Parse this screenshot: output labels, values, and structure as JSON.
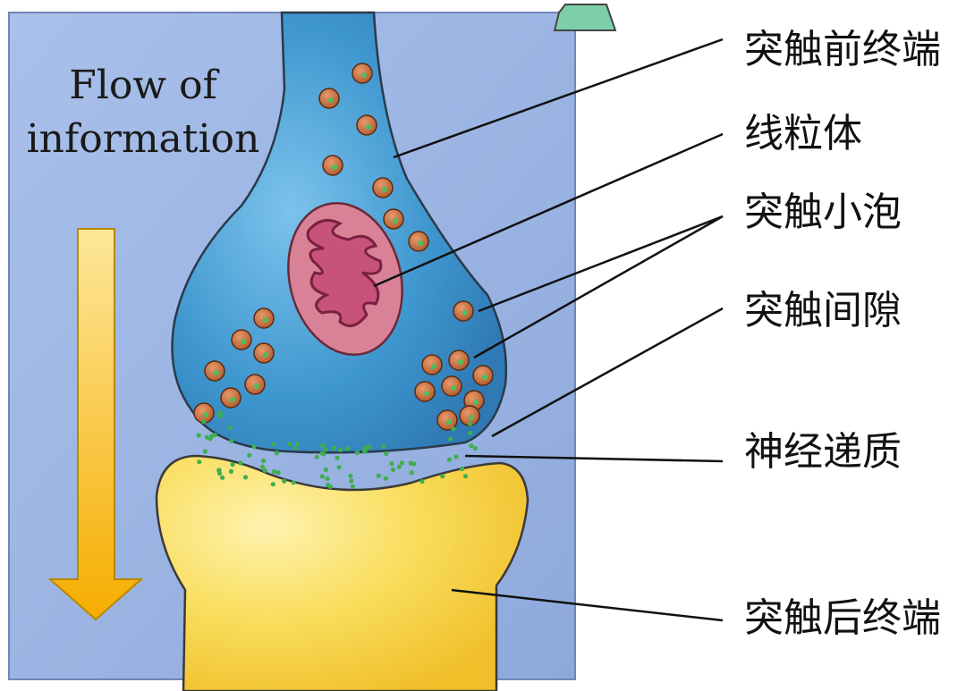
{
  "flow_label": {
    "line1": "Flow of",
    "line2": "information"
  },
  "labels": {
    "presynaptic_terminal": "突触前终端",
    "mitochondrion": "线粒体",
    "synaptic_vesicle": "突触小泡",
    "synaptic_cleft": "突触间隙",
    "neurotransmitter": "神经递质",
    "postsynaptic_terminal": "突触后终端"
  },
  "colors": {
    "background_panel": "#9fb8e6",
    "presynaptic": "#3f97cf",
    "mitochondrion": "#d6788f",
    "postsynaptic": "#f6d24a",
    "arrow": "#f8b810",
    "vesicle": "#c8703c",
    "neurotransmitter": "#3fae4f"
  }
}
